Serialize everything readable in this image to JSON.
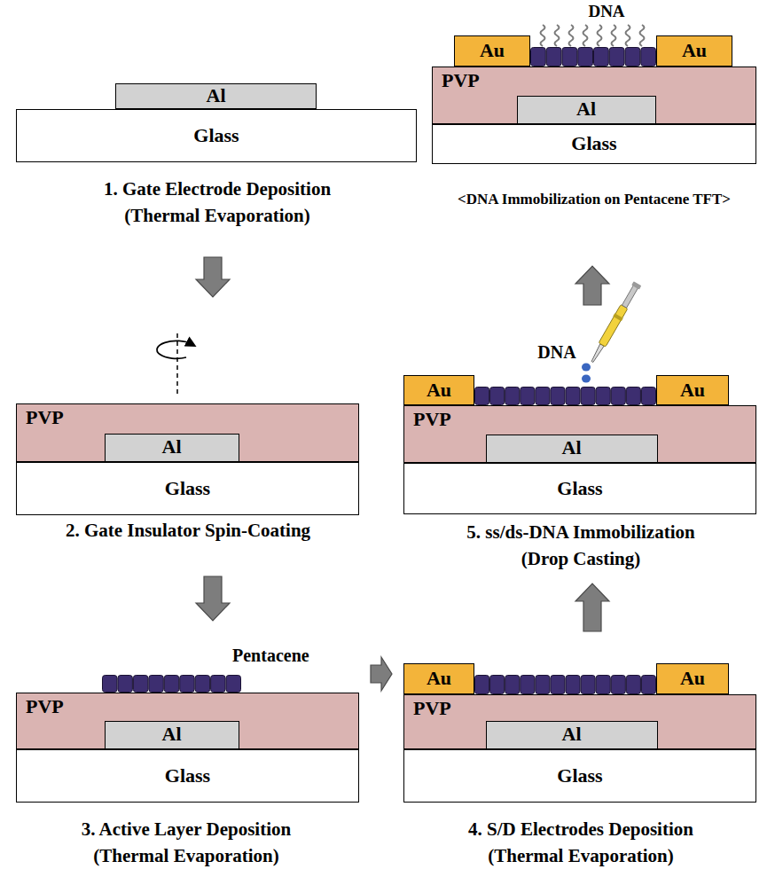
{
  "diagram": {
    "nodes": [
      {
        "text": [
          "1. Gate Electrode Deposition",
          "(Thermal Evaporation)"
        ]
      },
      {
        "text": [
          "Glass"
        ],
        "in": 0
      },
      {
        "text": [
          "Al"
        ],
        "in": 0
      },
      {
        "text": [
          "2. Gate Insulator Spin-Coating"
        ]
      },
      {
        "text": [
          "Glass"
        ],
        "in": 3
      },
      {
        "text": [
          "PVP"
        ],
        "in": 3
      },
      {
        "text": [
          "Al"
        ],
        "in": 5
      },
      {
        "text": [
          "3. Active Layer Deposition",
          "(Thermal Evaporation)"
        ]
      },
      {
        "text": [
          "Glass"
        ],
        "in": 7
      },
      {
        "text": [
          "PVP"
        ],
        "in": 7
      },
      {
        "text": [
          "Al"
        ],
        "in": 9
      },
      {
        "text": [
          "4. S/D Electrodes Deposition",
          "(Thermal Evaporation)"
        ]
      },
      {
        "text": [
          "Glass"
        ],
        "in": 11
      },
      {
        "text": [
          "PVP"
        ],
        "in": 11
      },
      {
        "text": [
          "Al"
        ],
        "in": 13
      },
      {
        "text": [
          "Au"
        ],
        "in": 11
      },
      {
        "text": [
          "Au"
        ],
        "in": 11
      },
      {
        "text": [
          "5. ss/ds-DNA Immobilization",
          "(Drop Casting)"
        ]
      },
      {
        "text": [
          "Glass"
        ],
        "in": 17
      },
      {
        "text": [
          "PVP"
        ],
        "in": 17
      },
      {
        "text": [
          "Al"
        ],
        "in": 19
      },
      {
        "text": [
          "Au"
        ],
        "in": 17
      },
      {
        "text": [
          "Au"
        ],
        "in": 17
      },
      {
        "text": [
          "<DNA Immobilization on Pentacene TFT>"
        ]
      },
      {
        "text": [
          "Glass"
        ],
        "in": 23
      },
      {
        "text": [
          "PVP"
        ],
        "in": 23
      },
      {
        "text": [
          "Al"
        ],
        "in": 25
      },
      {
        "text": [
          "Au"
        ],
        "in": 23
      },
      {
        "text": [
          "Au"
        ],
        "in": 23
      }
    ],
    "edges": [
      {
        "from": 0,
        "to": 3,
        "arrow": "to"
      },
      {
        "from": 3,
        "to": 7,
        "arrow": "to"
      },
      {
        "from": 7,
        "to": 11,
        "arrow": "to"
      },
      {
        "from": 11,
        "to": 17,
        "arrow": "to"
      },
      {
        "from": 17,
        "to": 23,
        "arrow": "to"
      }
    ],
    "labels": [
      "Pentacene",
      "DNA",
      "DNA"
    ]
  }
}
